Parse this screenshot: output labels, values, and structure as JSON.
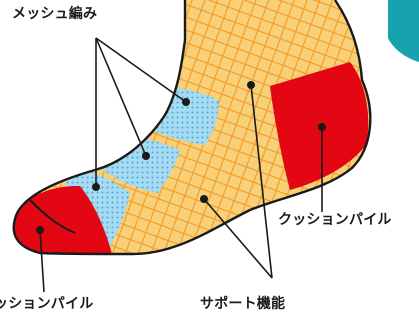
{
  "labels": {
    "mesh": "メッシュ編み",
    "cushion_right": "クッションパイル",
    "cushion_left": "ッションパイル",
    "support": "サポート機能"
  },
  "colors": {
    "orange_base": "#f9d07a",
    "orange_lines": "#f29a21",
    "mesh_blue": "#a6dbf3",
    "mesh_dots": "#4aa8d6",
    "cushion_red": "#e30613",
    "outline": "#1a1a1a",
    "teal_corner": "#17a3ad"
  }
}
